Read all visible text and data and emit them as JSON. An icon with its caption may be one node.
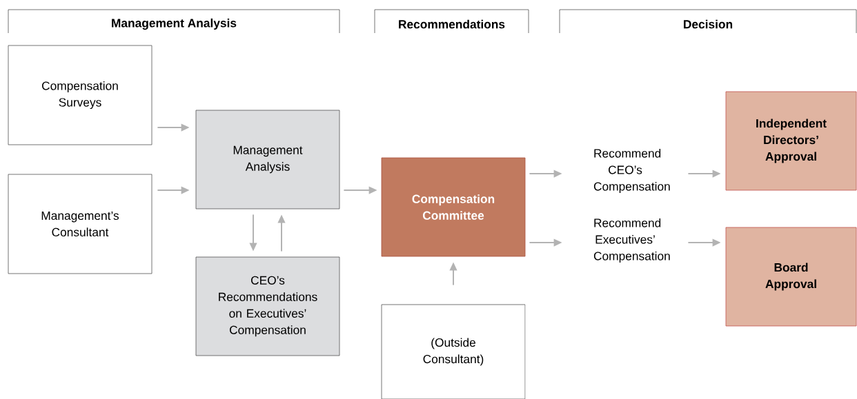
{
  "diagram": {
    "nodes": [
      {
        "text": [
          "Compensation Surveys"
        ]
      },
      {
        "text": [
          "Management’s Consultant"
        ]
      },
      {
        "text": [
          "Management Analysis"
        ]
      },
      {
        "text": [
          "CEO’s Recommendations on Executives’ Compensation"
        ]
      },
      {
        "text": [
          "Compensation Committee"
        ]
      },
      {
        "text": [
          "(Outside Consultant)"
        ]
      },
      {
        "text": [
          "Recommend CEO’s Compensation"
        ]
      },
      {
        "text": [
          "Recommend Executives’ Compensation"
        ]
      },
      {
        "text": [
          "Independent Directors’ Approval"
        ]
      },
      {
        "text": [
          "Board Approval"
        ]
      }
    ],
    "edges": [
      {
        "from": 0,
        "to": 2,
        "arrow": "to"
      },
      {
        "from": 1,
        "to": 2,
        "arrow": "to"
      },
      {
        "from": 2,
        "to": 3,
        "arrow": "to"
      },
      {
        "from": 3,
        "to": 2,
        "arrow": "to"
      },
      {
        "from": 2,
        "to": 4,
        "arrow": "to"
      },
      {
        "from": 4,
        "to": 6,
        "arrow": "to"
      },
      {
        "from": 4,
        "to": 7,
        "arrow": "to"
      },
      {
        "from": 6,
        "to": 8,
        "arrow": "to"
      },
      {
        "from": 7,
        "to": 9,
        "arrow": "to"
      },
      {
        "from": 5,
        "to": 4,
        "arrow": "to"
      }
    ],
    "labels": [
      "Management Analysis",
      "Recommendations",
      "Decision"
    ]
  }
}
